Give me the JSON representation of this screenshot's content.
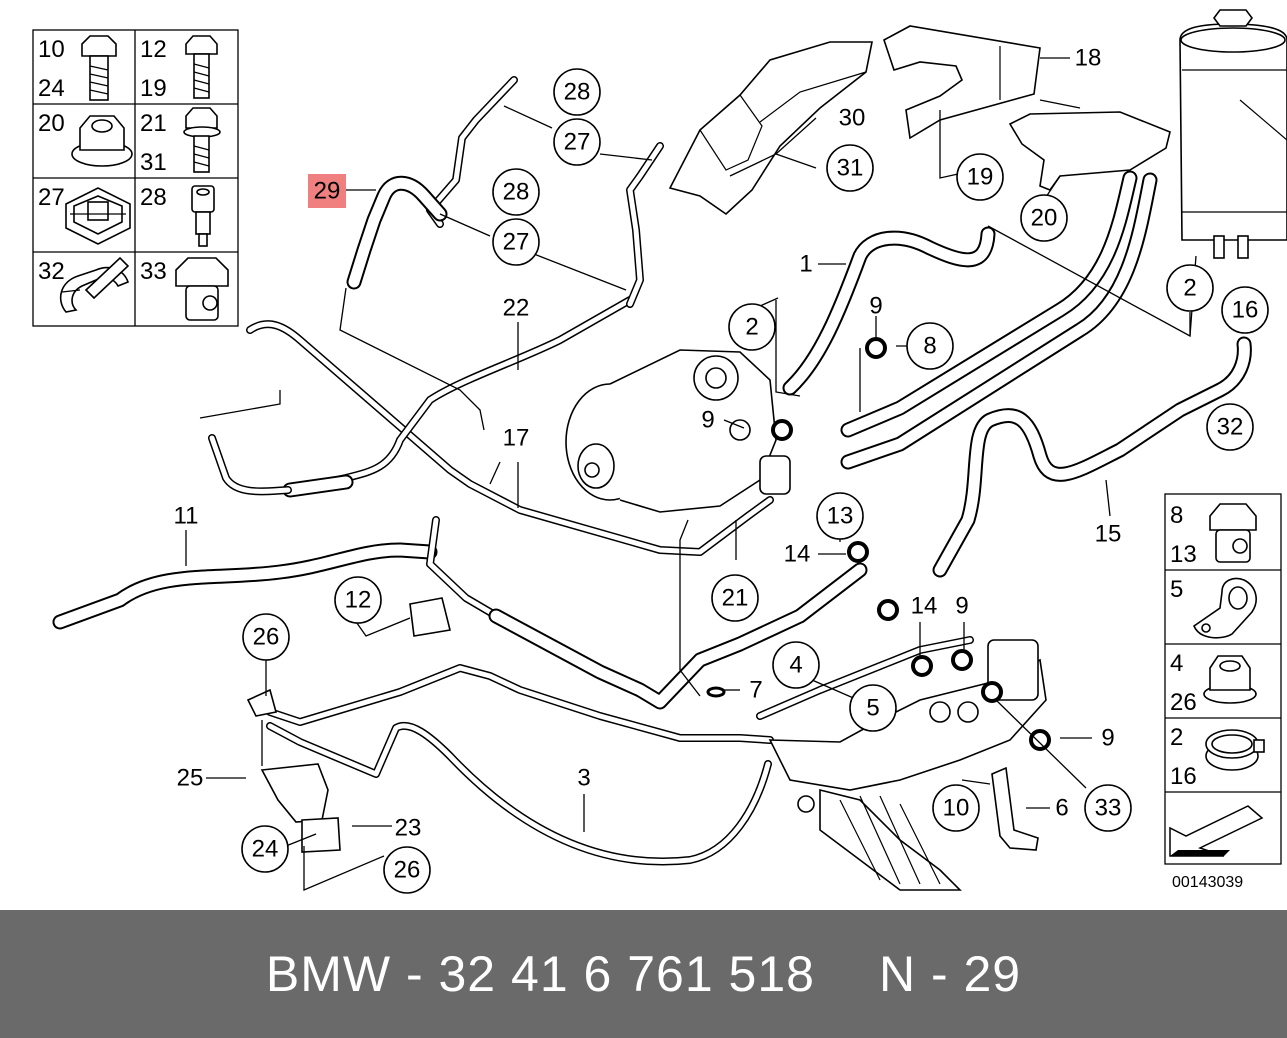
{
  "diagram": {
    "drawing_number": "00143039",
    "callouts": {
      "c1": "1",
      "c2a": "2",
      "c2b": "2",
      "c3": "3",
      "c4": "4",
      "c5": "5",
      "c6": "6",
      "c7": "7",
      "c8": "8",
      "c9a": "9",
      "c9b": "9",
      "c9c": "9",
      "c9d": "9",
      "c10": "10",
      "c11": "11",
      "c12": "12",
      "c13": "13",
      "c14a": "14",
      "c14b": "14",
      "c15": "15",
      "c16": "16",
      "c17": "17",
      "c18": "18",
      "c19": "19",
      "c20": "20",
      "c21": "21",
      "c22": "22",
      "c23": "23",
      "c24": "24",
      "c25": "25",
      "c26a": "26",
      "c26b": "26",
      "c27a": "27",
      "c27b": "27",
      "c28a": "28",
      "c28b": "28",
      "c29": "29",
      "c30": "30",
      "c31": "31",
      "c32": "32",
      "c33": "33"
    },
    "highlight_color": "#f08080",
    "legend_left": [
      {
        "a": "10",
        "b": "24",
        "icon": "bolt-icon"
      },
      {
        "a": "12",
        "b": "19",
        "icon": "bolt-icon"
      },
      {
        "a": "20",
        "b": "",
        "icon": "flange-nut-icon"
      },
      {
        "a": "21",
        "b": "31",
        "icon": "bolt-icon"
      },
      {
        "a": "27",
        "b": "",
        "icon": "clip-nut-icon"
      },
      {
        "a": "28",
        "b": "",
        "icon": "screw-icon"
      },
      {
        "a": "32",
        "b": "",
        "icon": "hose-clamp-icon"
      },
      {
        "a": "33",
        "b": "",
        "icon": "banjo-bolt-icon"
      }
    ],
    "legend_right": [
      {
        "a": "8",
        "b": "13",
        "icon": "banjo-bolt-icon"
      },
      {
        "a": "5",
        "b": "",
        "icon": "pipe-clip-icon"
      },
      {
        "a": "4",
        "b": "26",
        "icon": "hex-nut-icon"
      },
      {
        "a": "2",
        "b": "16",
        "icon": "hose-clamp-ring-icon"
      },
      {
        "a": "",
        "b": "",
        "icon": "arrow-icon"
      }
    ]
  },
  "footer": {
    "part_number": "BMW - 32 41 6 761 518",
    "position": "N - 29"
  }
}
